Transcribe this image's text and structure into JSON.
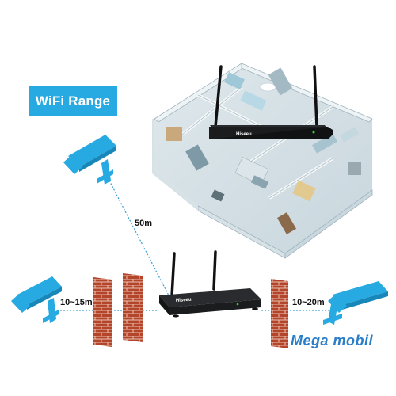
{
  "title": "WiFi Range",
  "distances": {
    "upper": "50m",
    "left": "10~15m",
    "right": "10~20m"
  },
  "watermark": "Mega mobil",
  "nvr_brand": "Hiseeu",
  "colors": {
    "accent": "#27a9e1",
    "brick": "#b5452a",
    "nvr": "#1b1c1e",
    "link": "#3aa0d8"
  }
}
